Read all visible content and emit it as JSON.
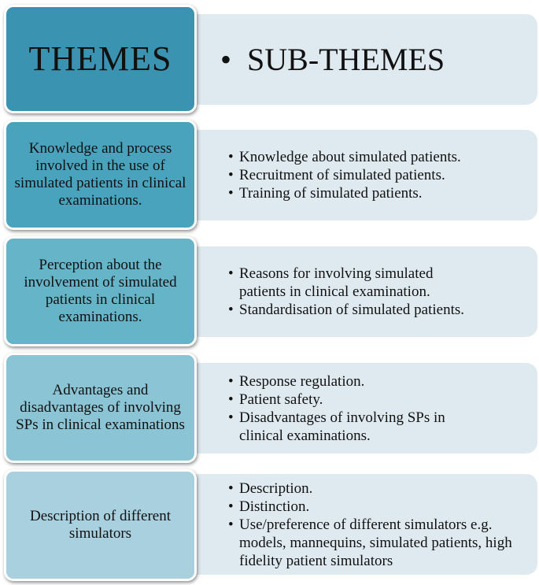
{
  "header": {
    "theme_label": "THEMES",
    "subtheme_bullet": "•",
    "subtheme_label": "SUB-THEMES"
  },
  "rows": [
    {
      "theme": "Knowledge and process involved in the use of simulated patients in clinical examinations.",
      "subthemes": [
        "Knowledge about simulated patients.",
        "Recruitment of simulated patients.",
        "Training of simulated patients."
      ],
      "color": "#4aa3bd"
    },
    {
      "theme": "Perception about the involvement of simulated patients in clinical examinations.",
      "subthemes": [
        "Reasons for involving simulated patients in clinical examination.",
        "Standardisation of simulated patients."
      ],
      "color": "#66b4c8"
    },
    {
      "theme": "Advantages and disadvantages of involving SPs in clinical examinations",
      "subthemes": [
        "Response regulation.",
        "Patient safety.",
        "Disadvantages of involving SPs in clinical examinations."
      ],
      "color": "#8bc4d4"
    },
    {
      "theme": "Description of different simulators",
      "subthemes": [
        "Description.",
        "Distinction.",
        "Use/preference of different simulators e.g. models, mannequins, simulated patients, high fidelity patient simulators"
      ],
      "color": "#a8d0de"
    }
  ],
  "colors": {
    "header_theme": "#3a93b0",
    "subtheme_bg": "#dfeaf0"
  }
}
